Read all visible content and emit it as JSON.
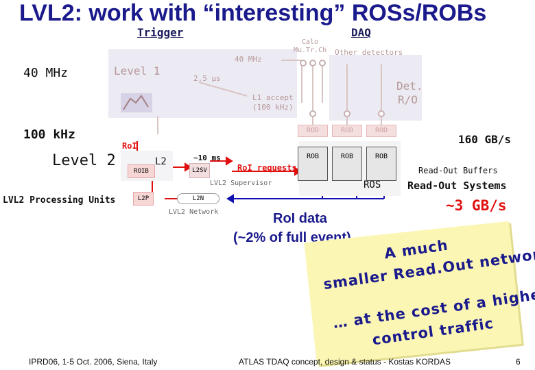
{
  "title": "LVL2: work with “interesting” ROSs/ROBs",
  "headers": {
    "trigger": "Trigger",
    "daq": "DAQ"
  },
  "left_labels": {
    "rate_40": "40 MHz",
    "rate_100": "100 kHz",
    "level2": "Level 2",
    "units": "LVL2 Processing Units"
  },
  "trigger_faded": {
    "mhz": "40 MHz",
    "level1": "Level 1",
    "latency": "2.5 µs",
    "l1accept": "L1 accept",
    "l1rate": "(100 kHz)",
    "calo": "Calo",
    "muTrCh": "Mu.Tr.Ch",
    "other": "Other detectors",
    "det": "Det.",
    "ro": "R/O",
    "rod": "ROD"
  },
  "lvl2": {
    "roi": "RoI",
    "l2": "L2",
    "roib": "ROIB",
    "l2sv": "L2SV",
    "l2p": "L2P",
    "l2n": "L2N",
    "latency": "~10 ms",
    "supervisor": "LVL2 Supervisor",
    "network": "LVL2 Network",
    "roi_requests": "RoI requests"
  },
  "readout": {
    "rob": "ROB",
    "ros": "ROS",
    "buffers": "Read-Out Buffers",
    "systems": "Read-Out Systems",
    "bw_160": "160 GB/s",
    "bw_3": "~3 GB/s"
  },
  "roi_data": {
    "line1": "RoI data",
    "line2": "(~2% of full event)"
  },
  "note": {
    "line1": "A much",
    "line2": "smaller Read.Out network",
    "line3": "… at the cost of a higher",
    "line4": "control traffic"
  },
  "footer": {
    "left": "IPRD06, 1-5 Oct. 2006, Siena, Italy",
    "center": "ATLAS TDAQ concept, design & status - Kostas KORDAS",
    "page": "6"
  },
  "colors": {
    "title": "#1a1a8c",
    "arrow_red": "#e01010",
    "roi_blue": "#1010b0",
    "note_bg": "#fbf6b4"
  }
}
